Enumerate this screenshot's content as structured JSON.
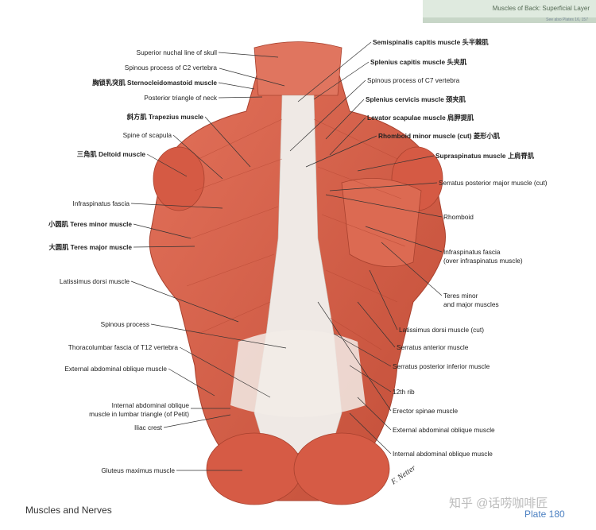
{
  "header": {
    "title": "Muscles of Back: Superficial Layer",
    "sub": "See also Plates 16, 157"
  },
  "labels_left": [
    {
      "text": "Superior nuchal line of skull",
      "bold": false
    },
    {
      "text": "Spinous process of C2 vertebra",
      "bold": false
    },
    {
      "text": "胸锁乳突肌 Sternocleidomastoid muscle",
      "bold": true
    },
    {
      "text": "Posterior triangle of neck",
      "bold": false
    },
    {
      "text": "斜方肌 Trapezius muscle",
      "bold": true
    },
    {
      "text": "Spine of scapula",
      "bold": false
    },
    {
      "text": "三角肌 Deltoid muscle",
      "bold": true
    },
    {
      "text": "Infraspinatus fascia",
      "bold": false
    },
    {
      "text": "小圆肌 Teres minor muscle",
      "bold": true
    },
    {
      "text": "大圆肌 Teres major muscle",
      "bold": true
    },
    {
      "text": "Latissimus dorsi muscle",
      "bold": false
    },
    {
      "text": "Spinous process",
      "bold": false
    },
    {
      "text": "Thoracolumbar fascia of T12 vertebra",
      "bold": false
    },
    {
      "text": "External abdominal oblique muscle",
      "bold": false
    },
    {
      "text": "Internal abdominal oblique",
      "bold": false
    },
    {
      "text": "muscle in lumbar triangle (of Petit)",
      "bold": false
    },
    {
      "text": "Iliac crest",
      "bold": false
    },
    {
      "text": "Gluteus maximus muscle",
      "bold": false
    }
  ],
  "labels_right": [
    {
      "text": "Semispinalis capitis muscle 头半棘肌",
      "bold": true
    },
    {
      "text": "Splenius capitis muscle 头夹肌",
      "bold": true
    },
    {
      "text": "Spinous process of C7 vertebra",
      "bold": false
    },
    {
      "text": "Splenius cervicis muscle 颈夹肌",
      "bold": true
    },
    {
      "text": "Levator scapulae muscle 肩胛提肌",
      "bold": true
    },
    {
      "text": "Rhomboid minor muscle (cut) 菱形小肌",
      "bold": true
    },
    {
      "text": "Supraspinatus muscle 上肩脊肌",
      "bold": true
    },
    {
      "text": "Serratus posterior major muscle (cut)",
      "bold": false
    },
    {
      "text": "Rhomboid",
      "bold": false
    },
    {
      "text": "Infraspinatus fascia",
      "bold": false
    },
    {
      "text": "(over infraspinatus muscle)",
      "bold": false
    },
    {
      "text": "Teres minor",
      "bold": false
    },
    {
      "text": "and major muscles",
      "bold": false
    },
    {
      "text": "Latissimus dorsi muscle (cut)",
      "bold": false
    },
    {
      "text": "Serratus anterior muscle",
      "bold": false
    },
    {
      "text": "Serratus posterior inferior muscle",
      "bold": false
    },
    {
      "text": "12th rib",
      "bold": false
    },
    {
      "text": "Erector spinae muscle",
      "bold": false
    },
    {
      "text": "External abdominal oblique muscle",
      "bold": false
    },
    {
      "text": "Internal abdominal oblique muscle",
      "bold": false
    }
  ],
  "footer": {
    "left": "Muscles and Nerves",
    "right": "Plate 180",
    "watermark": "知乎 @话唠咖啡匠",
    "signature": "F. Netter"
  },
  "colors": {
    "muscle": "#d9604a",
    "muscle_dark": "#b8432f",
    "tendon": "#eee8e4",
    "leader": "#333333"
  }
}
